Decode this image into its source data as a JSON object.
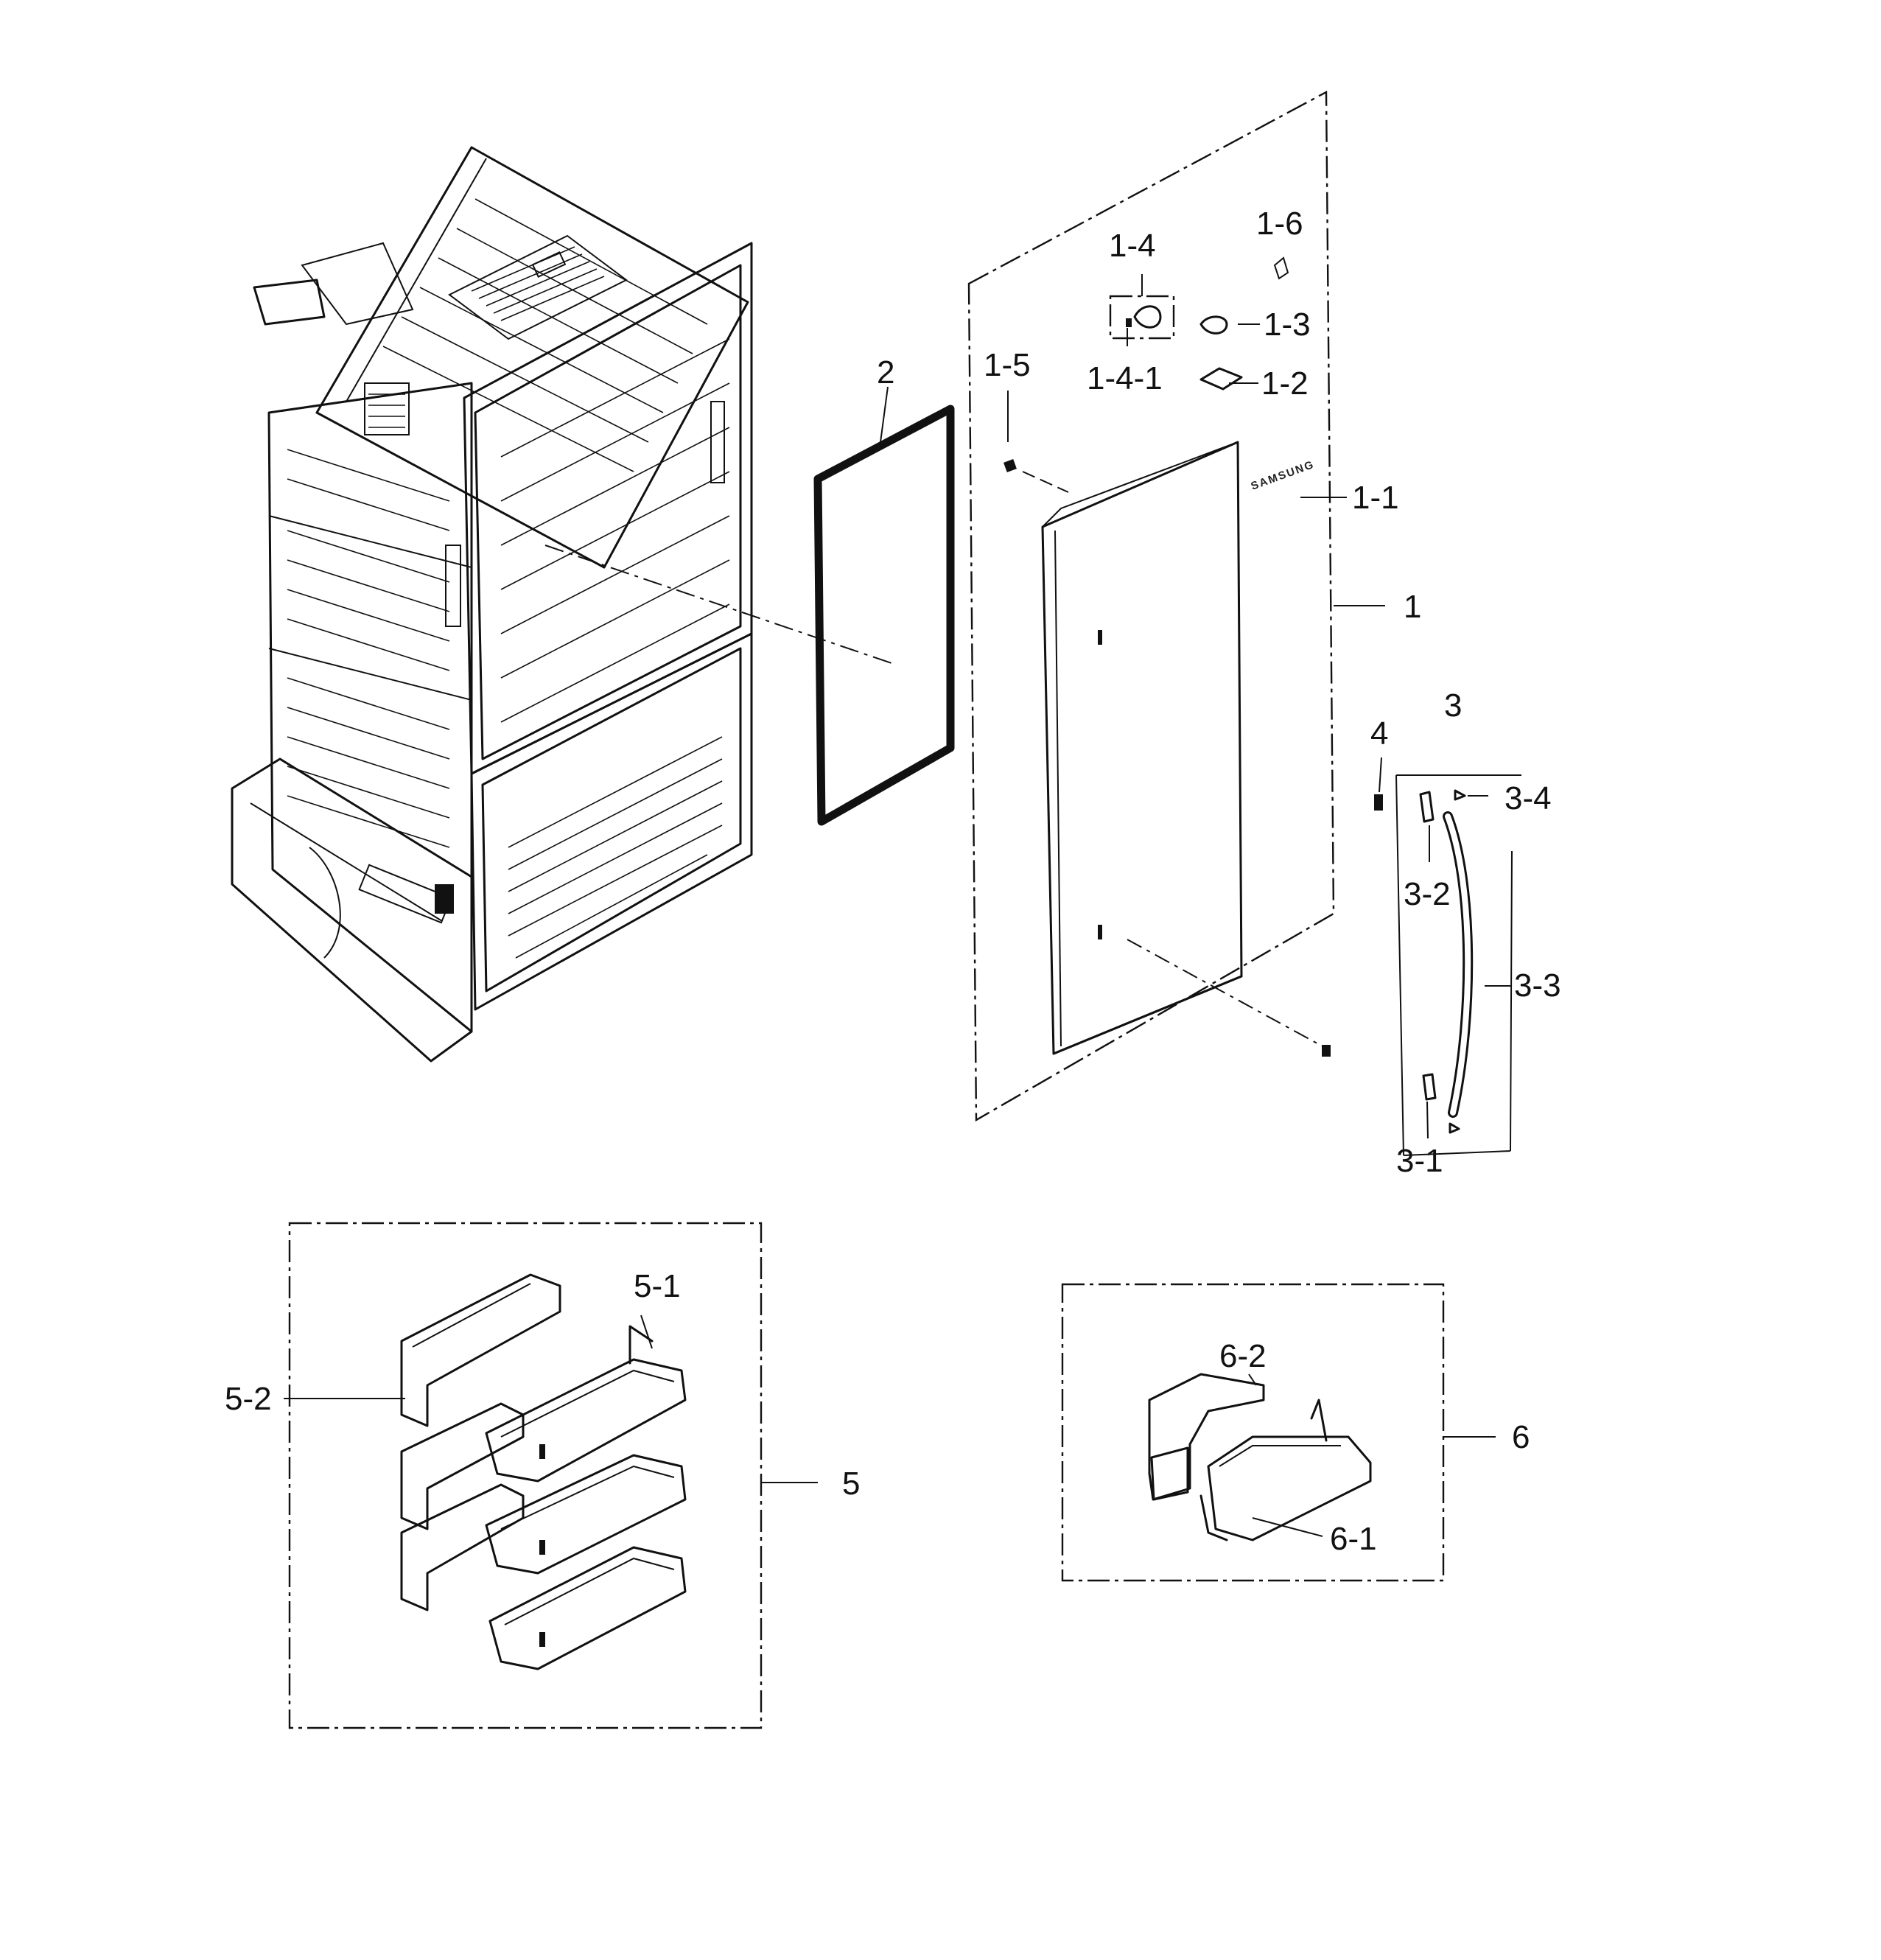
{
  "callouts": {
    "c1": "1",
    "c1_1": "1-1",
    "c1_2": "1-2",
    "c1_3": "1-3",
    "c1_4": "1-4",
    "c1_4_1": "1-4-1",
    "c1_5": "1-5",
    "c1_6": "1-6",
    "c2": "2",
    "c3": "3",
    "c3_1": "3-1",
    "c3_2": "3-2",
    "c3_3": "3-3",
    "c3_4": "3-4",
    "c4": "4",
    "c5": "5",
    "c5_1": "5-1",
    "c5_2": "5-2",
    "c6": "6",
    "c6_1": "6-1",
    "c6_2": "6-2"
  },
  "door": {
    "brand": "SAMSUNG"
  }
}
